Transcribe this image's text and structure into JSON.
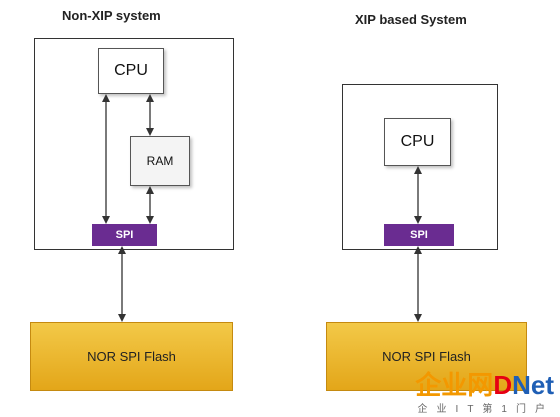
{
  "left": {
    "title": "Non-XIP system",
    "cpu": "CPU",
    "ram": "RAM",
    "spi": "SPI",
    "flash": "NOR SPI Flash"
  },
  "right": {
    "title": "XIP based System",
    "cpu": "CPU",
    "spi": "SPI",
    "flash": "NOR SPI Flash"
  },
  "watermark": {
    "cn": "企业网",
    "d": "D",
    "net": "Net",
    "sub": "企业IT第1门户"
  },
  "colors": {
    "spi": "#6a2c91",
    "flash_top": "#f3c948",
    "flash_bottom": "#e3a619"
  }
}
